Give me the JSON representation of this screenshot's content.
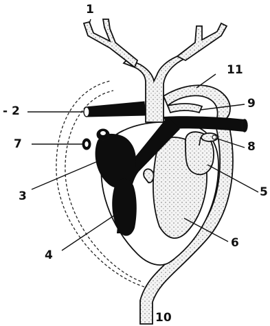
{
  "diagram": {
    "labels": {
      "n1": "1",
      "n2": "- 2",
      "n3": "3",
      "n4": "4",
      "n5": "5",
      "n6": "6",
      "n7": "7",
      "n8": "8",
      "n9": "9",
      "n10": "10",
      "n11": "11"
    }
  },
  "colors": {
    "ink": "#111111",
    "stipple_fill": "#e9e9e9",
    "dark_fill": "#0d0d0d",
    "background": "#ffffff"
  }
}
